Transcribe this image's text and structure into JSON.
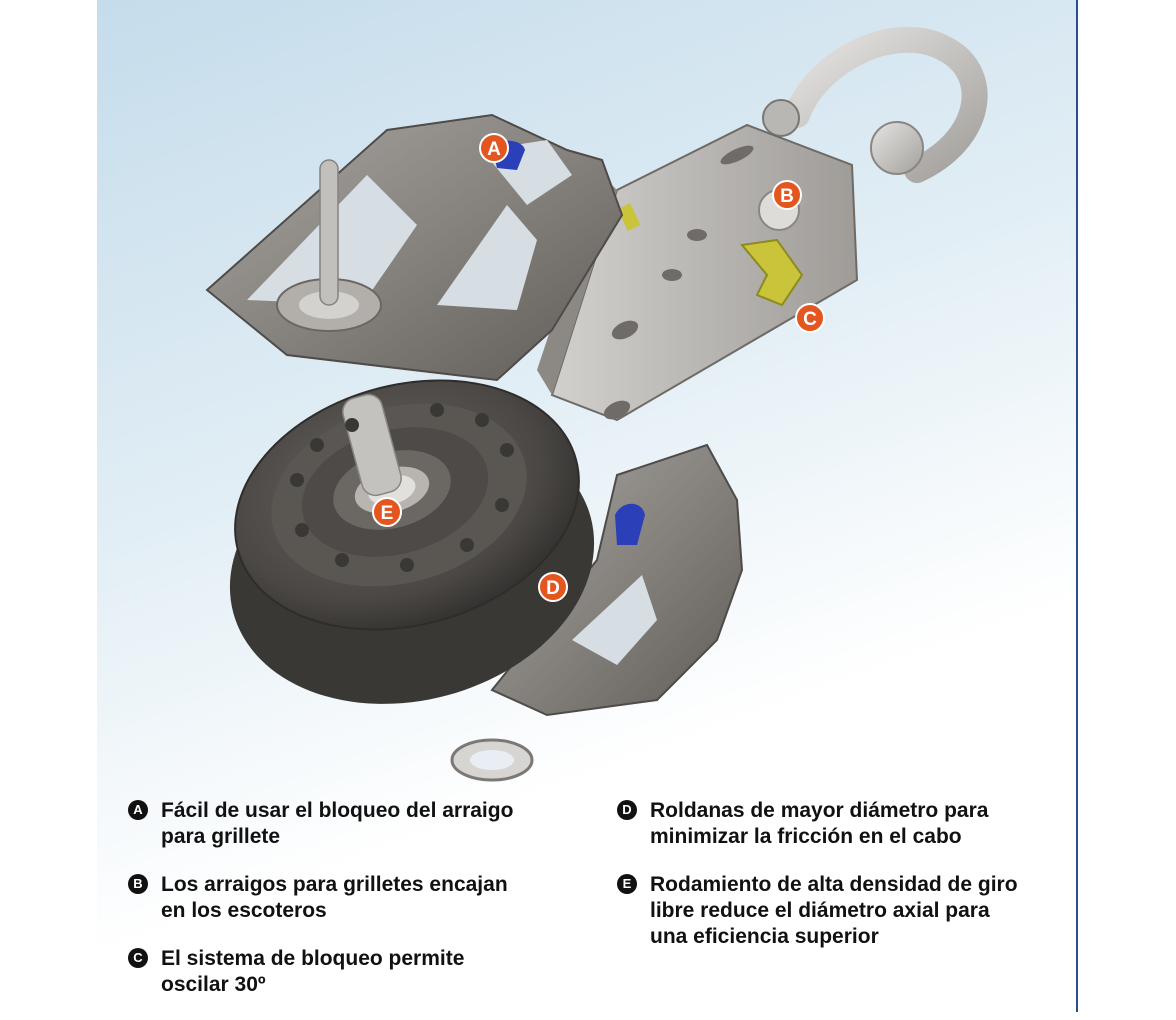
{
  "markers": [
    {
      "letter": "A",
      "color": "#e4561f"
    },
    {
      "letter": "B",
      "color": "#e4561f"
    },
    {
      "letter": "C",
      "color": "#e4561f"
    },
    {
      "letter": "D",
      "color": "#e4561f"
    },
    {
      "letter": "E",
      "color": "#e4561f"
    }
  ],
  "legend": [
    {
      "letter": "A",
      "text": "Fácil de usar el bloqueo del arraigo\npara grillete"
    },
    {
      "letter": "B",
      "text": "Los arraigos para grilletes encajan\nen los escoteros"
    },
    {
      "letter": "C",
      "text": "El sistema de bloqueo permite\noscilar 30º"
    },
    {
      "letter": "D",
      "text": "Roldanas de mayor diámetro para\nminimizar la fricción en el cabo"
    },
    {
      "letter": "E",
      "text": "Rodamiento de alta densidad de giro\nlibre reduce el diámetro axial para\nuna eficiencia superior"
    }
  ],
  "colors": {
    "metal": "#8f8b87",
    "metal_dark": "#55524f",
    "metal_light": "#c9c7c4",
    "sheave": "#4a4744",
    "accent_blue": "#2b3fb8",
    "accent_yellow": "#c9c43a",
    "marker": "#e4561f",
    "panel_border": "#2a4f87"
  },
  "icons": [
    "block-pulley-illustration",
    "shackle-icon"
  ]
}
